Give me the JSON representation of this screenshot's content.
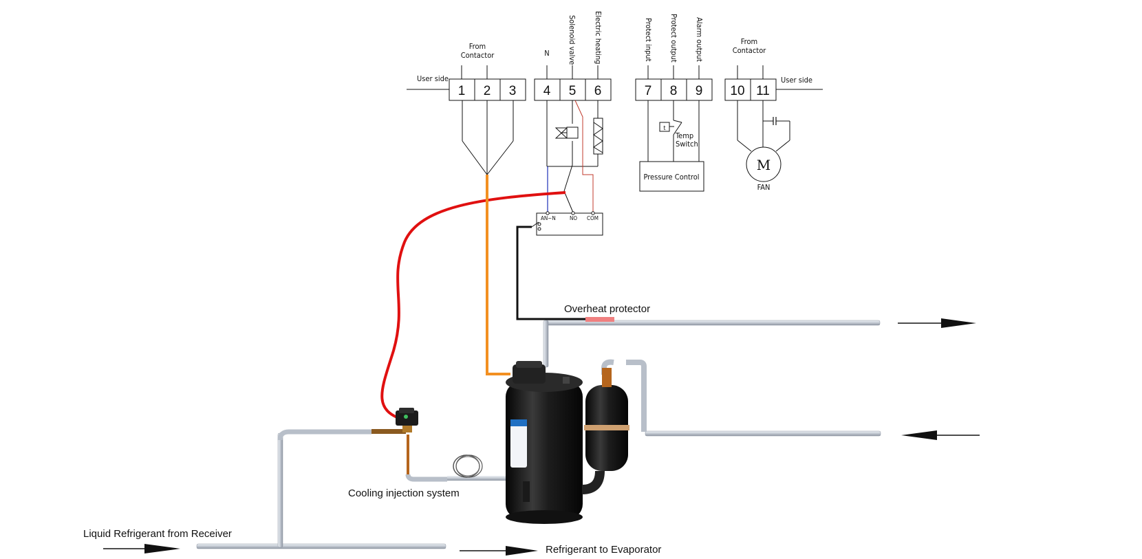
{
  "terminals": [
    {
      "num": "1"
    },
    {
      "num": "2"
    },
    {
      "num": "3"
    },
    {
      "num": "4"
    },
    {
      "num": "5"
    },
    {
      "num": "6"
    },
    {
      "num": "7"
    },
    {
      "num": "8"
    },
    {
      "num": "9"
    },
    {
      "num": "10"
    },
    {
      "num": "11"
    }
  ],
  "labels": {
    "user_side_left": "User  side",
    "user_side_right": "User  side",
    "from_contactor_left_1": "From",
    "from_contactor_left_2": "Contactor",
    "from_contactor_right_1": "From",
    "from_contactor_right_2": "Contactor",
    "n": "N",
    "solenoid_valve": "Solenoid  valve",
    "electric_heating": "Electric  heating",
    "protect_input": "Protect  input",
    "protect_output": "Protect  output",
    "alarm_output": "Alarm  output",
    "temp_switch_1": "Temp",
    "temp_switch_2": "Switch",
    "temp_symbol": "t",
    "pressure_control": "Pressure   Control",
    "motor": "M",
    "fan": "FAN",
    "relay_an_n": "AN~N",
    "relay_no": "NO",
    "relay_com": "COM",
    "overheat_protector": "Overheat protector",
    "cooling_injection": "Cooling injection system",
    "liquid_refrigerant": "Liquid Refrigerant from Receiver",
    "refrigerant_to_evaporator": "Refrigerant to Evaporator"
  },
  "colors": {
    "red_wire": "#e01010",
    "orange_wire": "#f39021",
    "pipe": "#c9ced6",
    "pipe_edge": "#8e96a2",
    "compressor": "#1b1b1b",
    "overheat_sensor": "#f08080",
    "valve_body": "#b07a2a",
    "copper": "#b5651d",
    "label_blue": "#1f6fc2"
  },
  "icons": [
    "solenoid-valve-symbol",
    "heater-symbol",
    "motor-symbol",
    "capacitor-symbol",
    "compressor-image",
    "accumulator-image",
    "solenoid-valve-image",
    "capillary-coil-image"
  ]
}
